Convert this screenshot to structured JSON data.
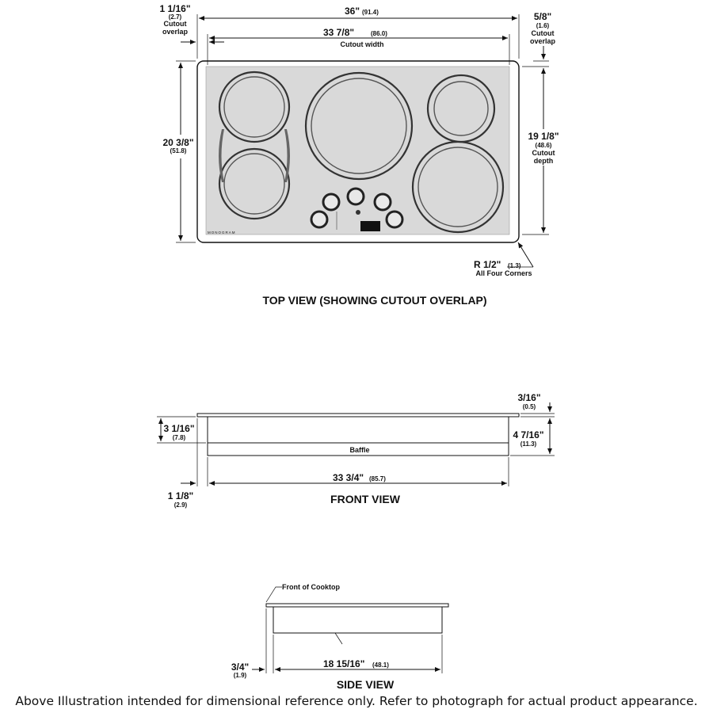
{
  "top_view": {
    "overall_width": "36\"",
    "overall_width_metric": "(91.4)",
    "cutout_width": "33 7/8\"",
    "cutout_width_metric": "(86.0)",
    "cutout_width_label": "Cutout width",
    "left_overlap": "1 1/16\"",
    "left_overlap_metric": "(2.7)",
    "left_overlap_label_1": "Cutout",
    "left_overlap_label_2": "overlap",
    "right_overlap": "5/8\"",
    "right_overlap_metric": "(1.6)",
    "right_overlap_label_1": "Cutout",
    "right_overlap_label_2": "overlap",
    "overall_depth": "20 3/8\"",
    "overall_depth_metric": "(51.8)",
    "cutout_depth": "19 1/8\"",
    "cutout_depth_metric": "(48.6)",
    "cutout_depth_label_1": "Cutout",
    "cutout_depth_label_2": "depth",
    "radius": "R 1/2\"",
    "radius_metric": "(1.3)",
    "radius_label": "All Four Corners",
    "brand": "MONOGRAM",
    "caption": "TOP VIEW (SHOWING CUTOUT OVERLAP)"
  },
  "front_view": {
    "top_thickness": "3/16\"",
    "top_thickness_metric": "(0.5)",
    "left_height": "3 1/16\"",
    "left_height_metric": "(7.8)",
    "right_height": "4 7/16\"",
    "right_height_metric": "(11.3)",
    "baffle_label": "Baffle",
    "body_width": "33 3/4\"",
    "body_width_metric": "(85.7)",
    "left_offset": "1 1/8\"",
    "left_offset_metric": "(2.9)",
    "caption": "FRONT VIEW"
  },
  "side_view": {
    "front_label": "Front of Cooktop",
    "front_offset": "3/4\"",
    "front_offset_metric": "(1.9)",
    "body_depth": "18 15/16\"",
    "body_depth_metric": "(48.1)",
    "caption": "SIDE VIEW"
  },
  "disclaimer": "Above Illustration intended for dimensional reference only. Refer to photograph for actual product appearance."
}
